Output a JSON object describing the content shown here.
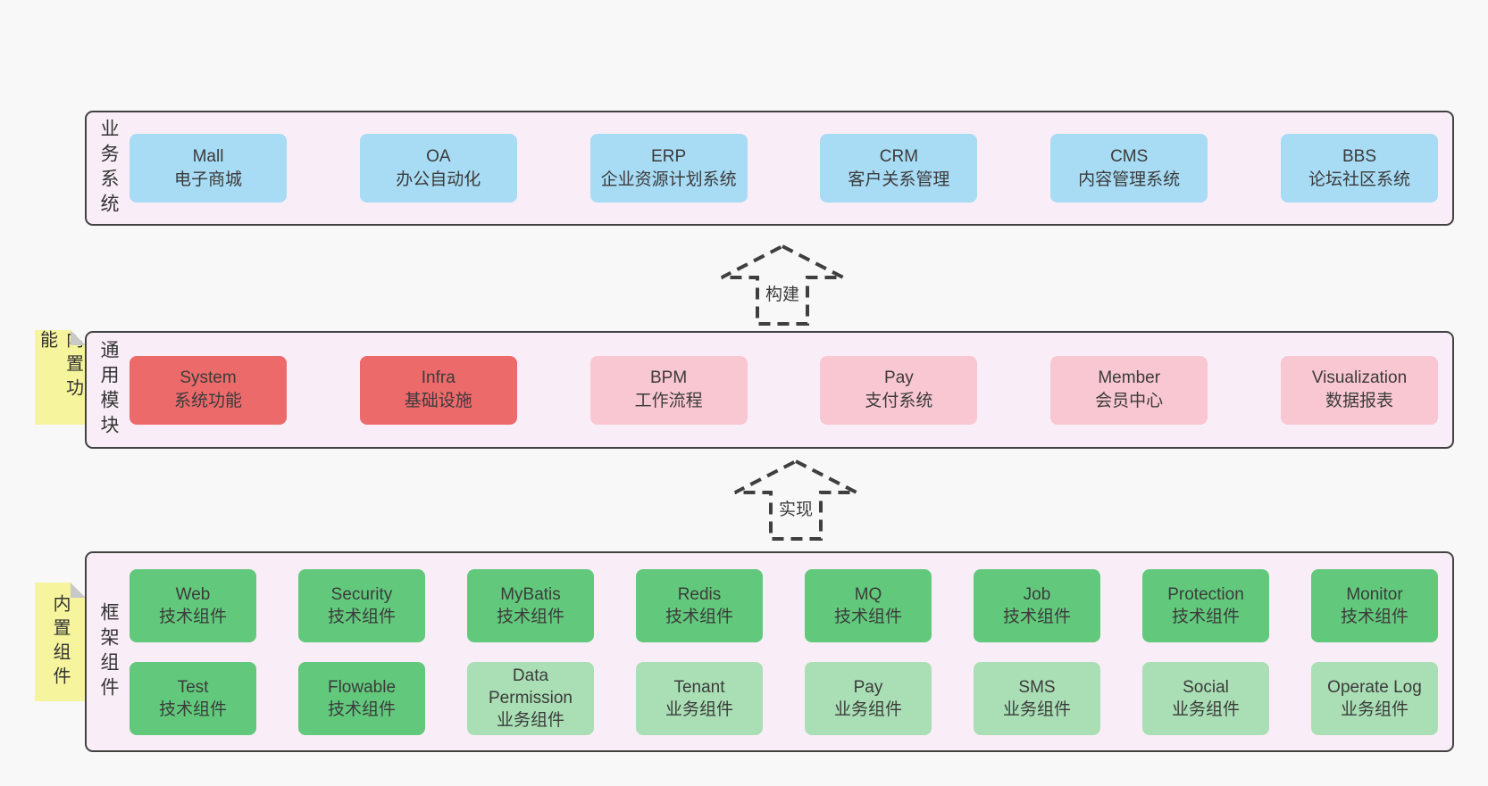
{
  "colors": {
    "page_bg": "#f8f8f8",
    "container_bg": "#f9eef7",
    "container_border": "#424242",
    "text": "#3b3b3b",
    "arrow": "#3f3f3f",
    "note_bg": "#f6f49c",
    "note_fold": "#c9c9c9",
    "blue": "#a8dbf4",
    "red": "#ed6a6b",
    "pink": "#f9c7d1",
    "green": "#62c97c",
    "lightgreen": "#aadfb5"
  },
  "layers": [
    {
      "name": "business-systems",
      "side_label": "业务系统",
      "rows": [
        [
          {
            "title": "Mall",
            "subtitle": "电子商城",
            "color": "blue"
          },
          {
            "title": "OA",
            "subtitle": "办公自动化",
            "color": "blue"
          },
          {
            "title": "ERP",
            "subtitle": "企业资源计划系统",
            "color": "blue"
          },
          {
            "title": "CRM",
            "subtitle": "客户关系管理",
            "color": "blue"
          },
          {
            "title": "CMS",
            "subtitle": "内容管理系统",
            "color": "blue"
          },
          {
            "title": "BBS",
            "subtitle": "论坛社区系统",
            "color": "blue"
          }
        ]
      ]
    },
    {
      "name": "common-modules",
      "side_label": "通用模块",
      "note": "内置功能",
      "rows": [
        [
          {
            "title": "System",
            "subtitle": "系统功能",
            "color": "red"
          },
          {
            "title": "Infra",
            "subtitle": "基础设施",
            "color": "red"
          },
          {
            "title": "BPM",
            "subtitle": "工作流程",
            "color": "pink"
          },
          {
            "title": "Pay",
            "subtitle": "支付系统",
            "color": "pink"
          },
          {
            "title": "Member",
            "subtitle": "会员中心",
            "color": "pink"
          },
          {
            "title": "Visualization",
            "subtitle": "数据报表",
            "color": "pink"
          }
        ]
      ]
    },
    {
      "name": "framework-components",
      "side_label": "框架组件",
      "note": "内置组件",
      "rows": [
        [
          {
            "title": "Web",
            "subtitle": "技术组件",
            "color": "green"
          },
          {
            "title": "Security",
            "subtitle": "技术组件",
            "color": "green"
          },
          {
            "title": "MyBatis",
            "subtitle": "技术组件",
            "color": "green"
          },
          {
            "title": "Redis",
            "subtitle": "技术组件",
            "color": "green"
          },
          {
            "title": "MQ",
            "subtitle": "技术组件",
            "color": "green"
          },
          {
            "title": "Job",
            "subtitle": "技术组件",
            "color": "green"
          },
          {
            "title": "Protection",
            "subtitle": "技术组件",
            "color": "green"
          },
          {
            "title": "Monitor",
            "subtitle": "技术组件",
            "color": "green"
          }
        ],
        [
          {
            "title": "Test",
            "subtitle": "技术组件",
            "color": "green"
          },
          {
            "title": "Flowable",
            "subtitle": "技术组件",
            "color": "green"
          },
          {
            "title": "Data Permission",
            "subtitle": "业务组件",
            "color": "lightgreen"
          },
          {
            "title": "Tenant",
            "subtitle": "业务组件",
            "color": "lightgreen"
          },
          {
            "title": "Pay",
            "subtitle": "业务组件",
            "color": "lightgreen"
          },
          {
            "title": "SMS",
            "subtitle": "业务组件",
            "color": "lightgreen"
          },
          {
            "title": "Social",
            "subtitle": "业务组件",
            "color": "lightgreen"
          },
          {
            "title": "Operate Log",
            "subtitle": "业务组件",
            "color": "lightgreen"
          }
        ]
      ]
    }
  ],
  "arrows": [
    {
      "label": "构建"
    },
    {
      "label": "实现"
    }
  ]
}
